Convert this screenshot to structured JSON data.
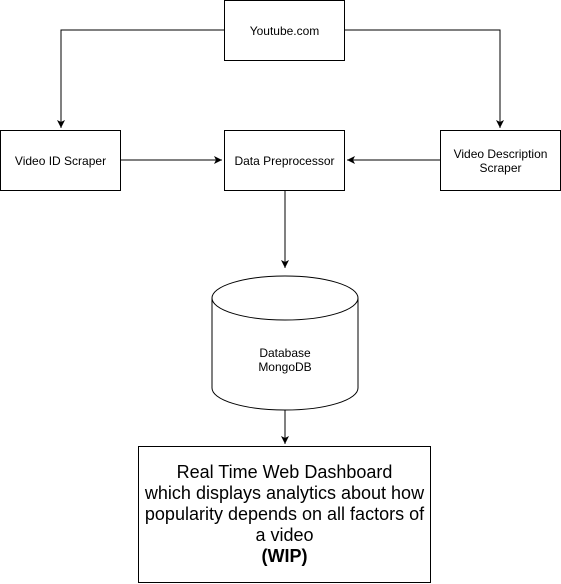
{
  "nodes": {
    "youtube": "Youtube.com",
    "id_scraper": "Video ID Scraper",
    "preprocessor": "Data Preprocessor",
    "description_scraper": "Video Description\nScraper",
    "database": "Database\nMongoDB",
    "dashboard": "Real Time Web Dashboard\nwhich displays analytics about how popularity depends on all factors of a video",
    "dashboard_status": "(WIP)"
  },
  "edges": [
    {
      "from": "youtube",
      "to": "id_scraper"
    },
    {
      "from": "youtube",
      "to": "description_scraper"
    },
    {
      "from": "id_scraper",
      "to": "preprocessor"
    },
    {
      "from": "description_scraper",
      "to": "preprocessor"
    },
    {
      "from": "preprocessor",
      "to": "database"
    },
    {
      "from": "database",
      "to": "dashboard"
    }
  ]
}
